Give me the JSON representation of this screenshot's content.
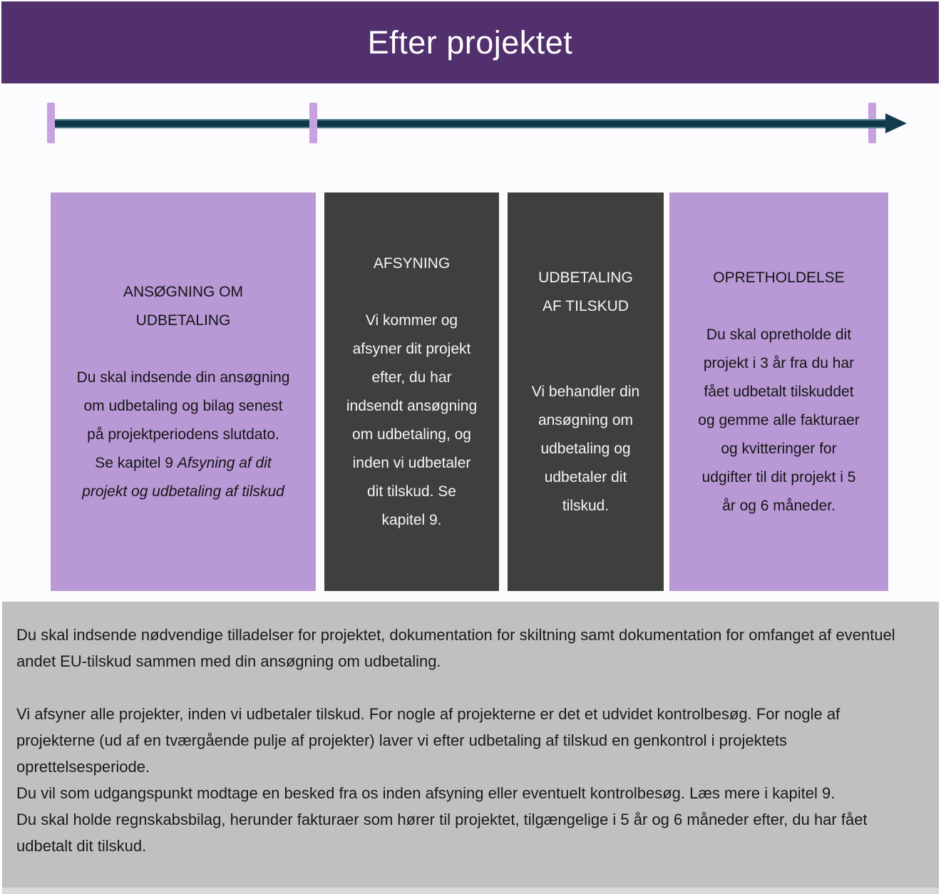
{
  "banner": {
    "title": "Efter projektet"
  },
  "timeline": {
    "ticks": [
      "start",
      "middle",
      "end"
    ],
    "direction": "left-to-right"
  },
  "stages": [
    {
      "variant": "purple",
      "title": "ANSØGNING OM\nUDBETALING",
      "body": "Du skal indsende din ansøgning\nom udbetaling og bilag senest\npå projektperiodens slutdato.\nSe kapitel 9 ",
      "body_italic": "Afsyning af dit\nprojekt og udbetaling af tilskud"
    },
    {
      "variant": "dark",
      "title": "AFSYNING",
      "body": "Vi kommer og\nafsyner dit projekt\nefter, du har\nindsendt ansøgning\nom udbetaling, og\ninden vi udbetaler\ndit tilskud. Se\nkapitel 9."
    },
    {
      "variant": "dark",
      "title": "UDBETALING\nAF TILSKUD",
      "body": "Vi behandler din\nansøgning om\nudbetaling og\nudbetaler dit\ntilskud."
    },
    {
      "variant": "purple",
      "title": "OPRETHOLDELSE",
      "body": "Du skal opretholde dit\nprojekt i 3 år fra du har\nfået udbetalt tilskuddet\nog gemme alle fakturaer\nog kvitteringer for\nudgifter til dit projekt i 5\når og 6 måneder."
    }
  ],
  "footer": {
    "paragraphs": [
      "Du skal indsende nødvendige tilladelser for projektet, dokumentation for skiltning samt dokumentation for omfanget af eventuel andet EU-tilskud sammen med din ansøgning om udbetaling.",
      "Vi afsyner alle projekter, inden vi udbetaler tilskud. For nogle af projekterne er det et udvidet kontrolbesøg. For nogle af projekterne (ud af en tværgående pulje af projekter) laver vi efter udbetaling af tilskud en genkontrol i projektets oprettelsesperiode.",
      "Du vil som udgangspunkt modtage en besked fra os inden afsyning eller eventuelt kontrolbesøg. Læs mere i kapitel 9.",
      "Du skal holde regnskabsbilag, herunder fakturaer som hører til projektet, tilgængelige i 5 år og 6 måneder efter, du har fået udbetalt dit tilskud."
    ]
  },
  "colors": {
    "banner_bg": "#522f6d",
    "banner_text": "#ffffff",
    "stage_purple": "#b898d5",
    "stage_dark": "#3f3f3f",
    "timeline_line": "#0f3746",
    "timeline_line_edge": "#4d8090",
    "timeline_tick": "#c7a2de",
    "footer_bg": "#c0c0c0"
  }
}
